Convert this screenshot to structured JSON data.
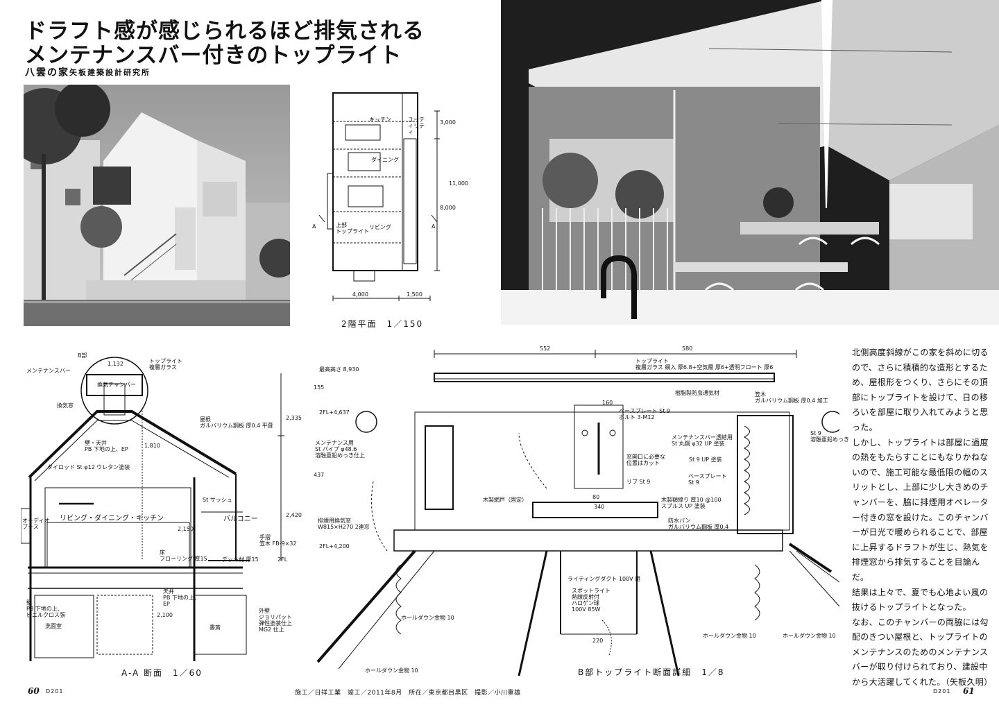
{
  "title": {
    "line1": "ドラフト感が感じられるほど排気される",
    "line2": "メンテナンスバー付きのトップライト",
    "project": "八雲の家",
    "architect": "矢板建築設計研究所"
  },
  "plan": {
    "caption": "2階平面　1／150",
    "rooms": {
      "kitchen": "キッチン",
      "utility": "ユーティリティ",
      "dining": "ダイニング",
      "toplight": "上部\nトップライト",
      "living": "リビング"
    },
    "dims": {
      "w1": "4,000",
      "w2": "1,500",
      "h1": "3,000",
      "h2": "11,000",
      "h3": "8,000"
    },
    "section_mark": "A"
  },
  "section_aa": {
    "caption": "A-A 断面　1／60",
    "labels": {
      "b_part": "B部",
      "maintenance": "メンテナンスバー",
      "toplight": "トップライト\n複層ガラス",
      "chamber": "換気チャンバー",
      "vent": "換気窓",
      "roof": "屋根\nガルバリウム鋼板 厚0.4 平葺",
      "wall": "壁・天井\nPB 下地の上、EP",
      "tie": "タイロッド St φ12 ウレタン塗装",
      "sash": "St サッシュ",
      "balcony": "バルコニー",
      "ldk": "リビング・ダイニング・キッチン",
      "audio": "オーディオ\nブース",
      "floor": "床\nフローリング 厚15",
      "handrail": "手摺\n笠木 FB-9×32",
      "deck": "デッキ材 厚15",
      "fl2": "2FL",
      "wall1": "壁\nPB 下地の上、\nビニルクロス張",
      "ceiling": "天井\nPB 下地の上、\nEP",
      "exterior": "外壁\nジョリパット\n弾性塗装仕上\nMG2 仕上",
      "wash": "洗面室",
      "storage": "書斎"
    },
    "dims": {
      "d1": "1,132",
      "d2": "2,335",
      "d3": "2,420",
      "d4": "1,810",
      "d5": "2,150",
      "d6": "2,100"
    }
  },
  "detail": {
    "caption": "B部トップライト断面詳細　1／8",
    "labels": {
      "toplight": "トップライト\n複層ガラス 網入 厚6.8+空気層 厚6+透明フロート 厚6",
      "max_height": "最高高さ 8,930",
      "fl1": "2FL+4,637",
      "fl2": "2FL+4,200",
      "resin": "樹脂製防虫通気材",
      "cap": "笠木\nガルバリウム鋼板 厚0.4 加工",
      "base": "ベースプレート St 9\nボルト 3-M12",
      "pipe": "メンテナンス用\nSt パイプ φ48.6\n溶融亜鉛めっき仕上",
      "mbar": "メンテナンスバー透結用\nSt 丸鋼 φ32 UP 塗装",
      "st9": "St 9 UP 塗装",
      "base2": "ベースプレート\nSt 9",
      "kumado": "窓開口に必要な\n位置はカット",
      "rib": "リブ St 9",
      "screen": "木製網戸（固定）",
      "skid": "木製額縁り 厚10 @100\nスプルス UP 塗装",
      "window": "排煙用換気窓\nW815×H270 2連窓",
      "drain": "防水パン\nガルバリウム鋼板 厚0.4",
      "st9r": "St 9\n溶融亜鉛めっき",
      "duct": "ライティングダクト 100V 用",
      "spot": "スポットライト\n熱線反射付\nハロゲン球\n100V 85W",
      "hd": "ホールダウン金物 10"
    },
    "dims": {
      "w552": "552",
      "w580": "580",
      "w160": "160",
      "w340": "340",
      "w80": "80",
      "w220": "220",
      "h155": "155",
      "h437": "437"
    }
  },
  "body": {
    "paragraphs": [
      "北側高度斜線がこの家を斜めに切るので、さらに積積的な造形とするため、屋根形をつくり、さらにその頂部にトップライトを設けて、日の移ろいを部屋に取り入れてみようと思った。",
      "しかし、トップライトは部屋に過度の熱をもたらすことにもなりかねないので、施工可能な最低限の幅のスリットとし、上部に少し大きめのチャンバーを、脇に排煙用オペレーター付きの窓を設けた。このチャンバーが日光で暖められることで、部屋に上昇するドラフトが生じ、熱気を排煙窓から排気することを目論んだ。",
      "結果は上々で、夏でも心地よい風の抜けるトップライトとなった。",
      "なお、このチャンバーの両脇には勾配のきつい屋根と、トップライトのメンテナンスのためのメンテナンスバーが取り付けられており、建設中から大活躍してくれた。（矢板久明）"
    ]
  },
  "footer": {
    "credits": "施工／日祥工業　竣工／2011年8月　所在／東京都目黒区　撮影／小川重雄",
    "page_left": "60",
    "page_right": "61",
    "code_left": "D201",
    "code_right": "D201"
  },
  "colors": {
    "ink": "#111111",
    "photo_dark": "#2a2a2a",
    "photo_mid": "#8c8c8c",
    "photo_light": "#e6e6e6"
  }
}
